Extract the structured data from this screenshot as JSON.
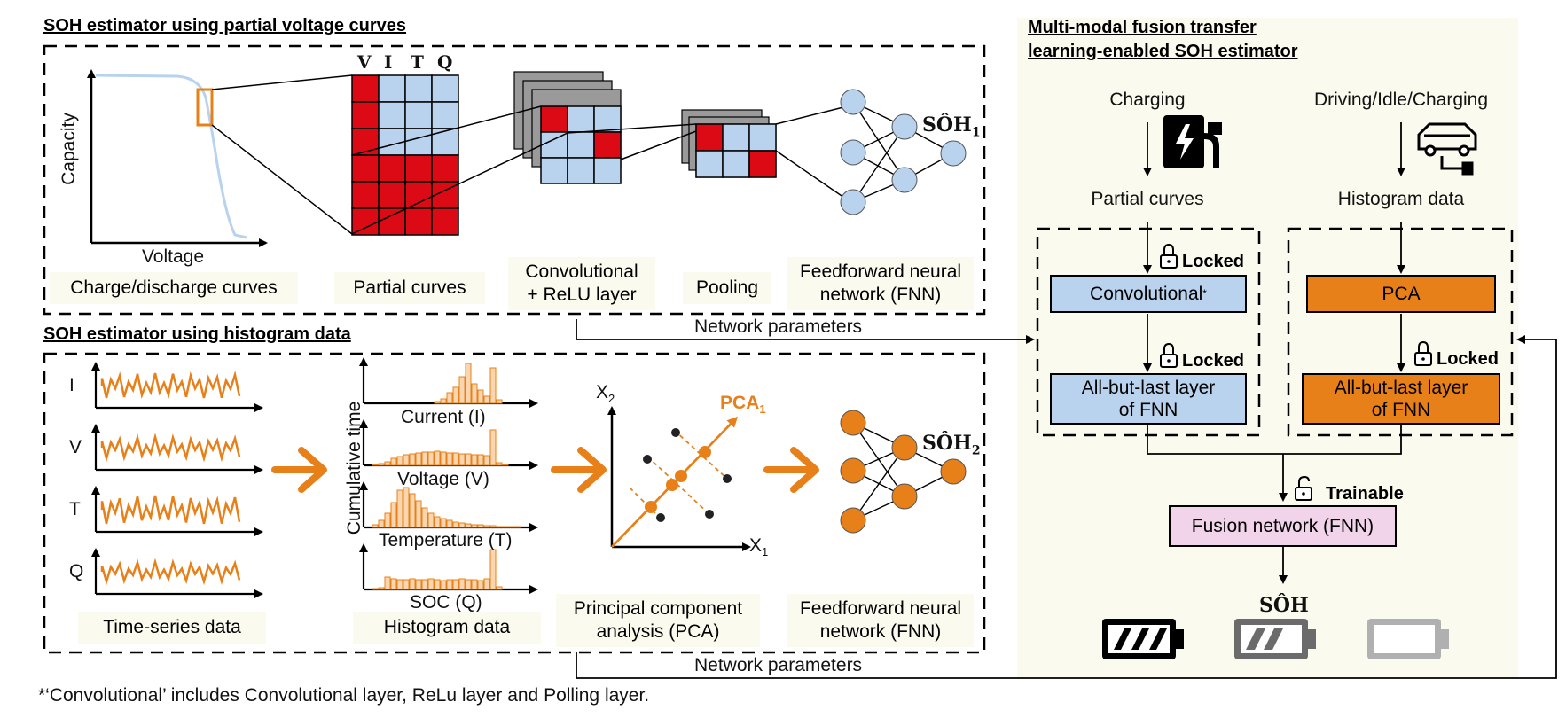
{
  "titles": {
    "voltage": "SOH estimator using partial voltage curves",
    "histogram": "SOH estimator using histogram data",
    "fusion_line1": "Multi-modal fusion transfer",
    "fusion_line2": "learning-enabled SOH estimator"
  },
  "voltage_panel": {
    "y_axis": "Capacity",
    "x_axis": "Voltage",
    "matrix_headers": [
      "V",
      "I",
      "T",
      "Q"
    ],
    "soh_label": "SÔH",
    "soh_sub": "1",
    "captions": {
      "charge_discharge": "Charge/discharge curves",
      "partial": "Partial curves",
      "conv_line1": "Convolutional",
      "conv_line2": "+ ReLU layer",
      "pooling": "Pooling",
      "fnn_line1": "Feedforward neural",
      "fnn_line2": "network (FNN)"
    }
  },
  "histogram_panel": {
    "signals": [
      "I",
      "V",
      "T",
      "Q"
    ],
    "cumulative_time": "Cumulative time",
    "hist_labels": [
      "Current (I)",
      "Voltage (V)",
      "Temperature (T)",
      "SOC (Q)"
    ],
    "pca_x": "X",
    "pca_x_sub": "1",
    "pca_y": "X",
    "pca_y_sub": "2",
    "pca_label": "PCA",
    "pca_label_sub": "1",
    "soh_label": "SÔH",
    "soh_sub": "2",
    "captions": {
      "time_series": "Time-series data",
      "histogram": "Histogram data",
      "pca_line1": "Principal component",
      "pca_line2": "analysis (PCA)",
      "fnn_line1": "Feedforward neural",
      "fnn_line2": "network (FNN)"
    }
  },
  "links": {
    "network_parameters_top": "Network parameters",
    "network_parameters_bottom": "Network parameters"
  },
  "fusion_panel": {
    "charging": "Charging",
    "driving": "Driving/Idle/Charging",
    "partial_curves": "Partial curves",
    "histogram_data": "Histogram data",
    "convolutional": "Convolutional",
    "convolutional_mark": "*",
    "pca": "PCA",
    "all_but_last_line1": "All-but-last layer",
    "all_but_last_line2": "of FNN",
    "locked": "Locked",
    "trainable": "Trainable",
    "fusion_network": "Fusion network (FNN)",
    "soh_output": "SÔH"
  },
  "footnote": "*‘Convolutional’ includes Convolutional layer, ReLu layer and Polling layer.",
  "colors": {
    "orange": "#e8801a",
    "light_blue": "#b9d3ee",
    "red": "#dc0a14",
    "pink": "#f1d3ea",
    "panel_bg": "#fbfaee"
  }
}
